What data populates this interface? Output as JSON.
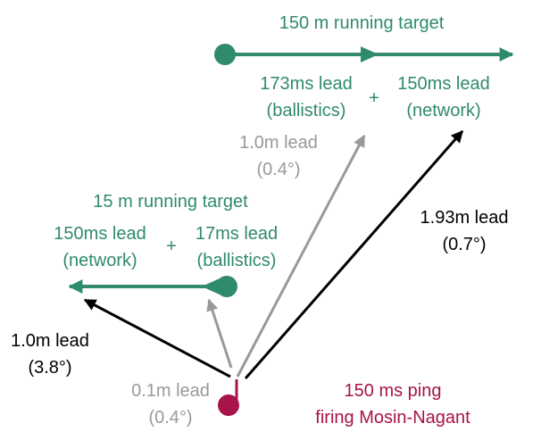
{
  "colors": {
    "target": "#2f8a6e",
    "shooter": "#a8134a",
    "lead_gray": "#999999",
    "lead_black": "#000000",
    "background": "#ffffff"
  },
  "far_target": {
    "title": "150 m running target",
    "ballistics_lead": "173ms lead",
    "ballistics_tag": "(ballistics)",
    "network_lead": "150ms lead",
    "network_tag": "(network)",
    "plus": "+",
    "gray_lead": "1.0m lead",
    "gray_angle": "(0.4°)",
    "black_lead": "1.93m lead",
    "black_angle": "(0.7°)"
  },
  "near_target": {
    "title": "15 m running target",
    "network_lead": "150ms lead",
    "network_tag": "(network)",
    "ballistics_lead": "17ms lead",
    "ballistics_tag": "(ballistics)",
    "plus": "+",
    "black_lead": "1.0m lead",
    "black_angle": "(3.8°)",
    "gray_lead": "0.1m lead",
    "gray_angle": "(0.4°)"
  },
  "shooter": {
    "line1": "150 ms ping",
    "line2": "firing Mosin-Nagant"
  }
}
